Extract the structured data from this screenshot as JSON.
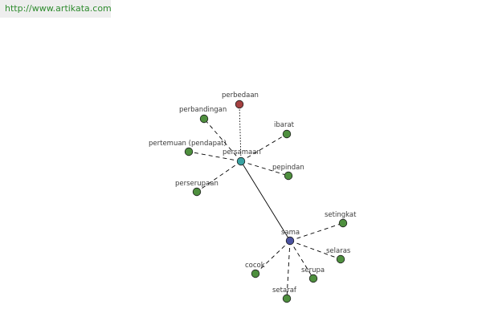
{
  "banner": {
    "url_text": "http://www.artikata.com",
    "text_color": "#2e8b2e",
    "background": "#eeeeee"
  },
  "graph": {
    "colors": {
      "synonym_node": "#4e8f3e",
      "antonym_node": "#a54141",
      "hub_node_persamaan": "#3aa2a2",
      "hub_node_sama": "#4a52a0",
      "edge": "#000000"
    },
    "nodes": [
      {
        "id": "perbedaan",
        "label": "perbedaan",
        "kind": "antonym"
      },
      {
        "id": "perbandingan",
        "label": "perbandingan",
        "kind": "synonym"
      },
      {
        "id": "ibarat",
        "label": "ibarat",
        "kind": "synonym"
      },
      {
        "id": "pertemuan",
        "label": "pertemuan (pendapat)",
        "kind": "synonym"
      },
      {
        "id": "persamaan",
        "label": "persamaan",
        "kind": "hub"
      },
      {
        "id": "pepindan",
        "label": "pepindan",
        "kind": "synonym"
      },
      {
        "id": "perserupaan",
        "label": "perserupaan",
        "kind": "synonym"
      },
      {
        "id": "setingkat",
        "label": "setingkat",
        "kind": "synonym"
      },
      {
        "id": "sama",
        "label": "sama",
        "kind": "hub"
      },
      {
        "id": "selaras",
        "label": "selaras",
        "kind": "synonym"
      },
      {
        "id": "cocok",
        "label": "cocok",
        "kind": "synonym"
      },
      {
        "id": "serupa",
        "label": "serupa",
        "kind": "synonym"
      },
      {
        "id": "setaraf",
        "label": "setaraf",
        "kind": "synonym"
      }
    ],
    "edges": [
      {
        "from": "persamaan",
        "to": "perbedaan",
        "style": "dotted"
      },
      {
        "from": "persamaan",
        "to": "perbandingan",
        "style": "dashed"
      },
      {
        "from": "persamaan",
        "to": "ibarat",
        "style": "dashed"
      },
      {
        "from": "persamaan",
        "to": "pertemuan",
        "style": "dashed"
      },
      {
        "from": "persamaan",
        "to": "pepindan",
        "style": "dashed"
      },
      {
        "from": "persamaan",
        "to": "perserupaan",
        "style": "dashed"
      },
      {
        "from": "persamaan",
        "to": "sama",
        "style": "solid"
      },
      {
        "from": "sama",
        "to": "setingkat",
        "style": "dashed"
      },
      {
        "from": "sama",
        "to": "selaras",
        "style": "dashed"
      },
      {
        "from": "sama",
        "to": "cocok",
        "style": "dashed"
      },
      {
        "from": "sama",
        "to": "serupa",
        "style": "dashed"
      },
      {
        "from": "sama",
        "to": "setaraf",
        "style": "dashed"
      }
    ]
  }
}
